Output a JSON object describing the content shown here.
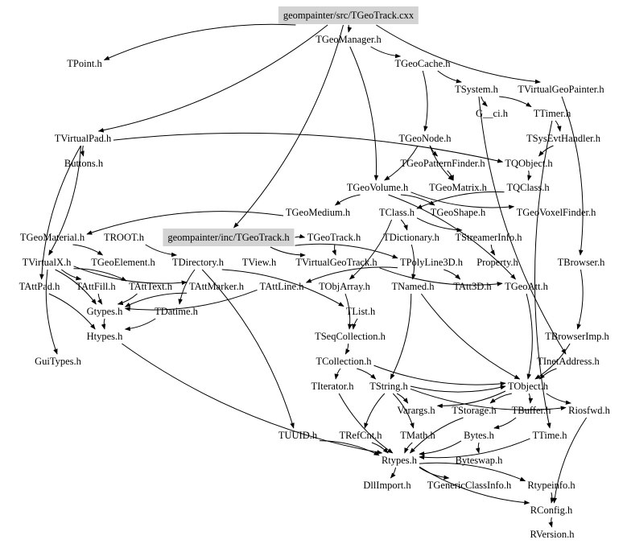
{
  "graph": {
    "title": "geompainter/src/TGeoTrack.cxx include dependency graph",
    "highlight_color": "#d3d3d3",
    "edge_color": "#000000",
    "nodes": [
      {
        "id": "src",
        "label": "geompainter/src/TGeoTrack.cxx",
        "highlight": true
      },
      {
        "id": "TGeoManager",
        "label": "TGeoManager.h"
      },
      {
        "id": "TPoint",
        "label": "TPoint.h"
      },
      {
        "id": "TGeoCache",
        "label": "TGeoCache.h"
      },
      {
        "id": "TSystem",
        "label": "TSystem.h"
      },
      {
        "id": "TVirtualGeoPainter",
        "label": "TVirtualGeoPainter.h"
      },
      {
        "id": "G__ci",
        "label": "G__ci.h"
      },
      {
        "id": "TTimer",
        "label": "TTimer.h"
      },
      {
        "id": "TVirtualPad",
        "label": "TVirtualPad.h"
      },
      {
        "id": "Buttons",
        "label": "Buttons.h"
      },
      {
        "id": "TGeoNode",
        "label": "TGeoNode.h"
      },
      {
        "id": "TSysEvtHandler",
        "label": "TSysEvtHandler.h"
      },
      {
        "id": "TGeoPatternFinder",
        "label": "TGeoPatternFinder.h"
      },
      {
        "id": "TQObject",
        "label": "TQObject.h"
      },
      {
        "id": "TGeoVolume",
        "label": "TGeoVolume.h"
      },
      {
        "id": "TGeoMatrix",
        "label": "TGeoMatrix.h"
      },
      {
        "id": "TQClass",
        "label": "TQClass.h"
      },
      {
        "id": "TGeoMedium",
        "label": "TGeoMedium.h"
      },
      {
        "id": "TClass",
        "label": "TClass.h"
      },
      {
        "id": "TGeoShape",
        "label": "TGeoShape.h"
      },
      {
        "id": "TGeoVoxelFinder",
        "label": "TGeoVoxelFinder.h"
      },
      {
        "id": "TGeoMaterial",
        "label": "TGeoMaterial.h"
      },
      {
        "id": "TROOT",
        "label": "TROOT.h"
      },
      {
        "id": "inc",
        "label": "geompainter/inc/TGeoTrack.h",
        "highlight": true
      },
      {
        "id": "TGeoTrack",
        "label": "TGeoTrack.h"
      },
      {
        "id": "TDictionary",
        "label": "TDictionary.h"
      },
      {
        "id": "TStreamerInfo",
        "label": "TStreamerInfo.h"
      },
      {
        "id": "TVirtualX",
        "label": "TVirtualX.h"
      },
      {
        "id": "TGeoElement",
        "label": "TGeoElement.h"
      },
      {
        "id": "TDirectory",
        "label": "TDirectory.h"
      },
      {
        "id": "TView",
        "label": "TView.h"
      },
      {
        "id": "TVirtualGeoTrack",
        "label": "TVirtualGeoTrack.h"
      },
      {
        "id": "TPolyLine3D",
        "label": "TPolyLine3D.h"
      },
      {
        "id": "Property",
        "label": "Property.h"
      },
      {
        "id": "TBrowser",
        "label": "TBrowser.h"
      },
      {
        "id": "TAttPad",
        "label": "TAttPad.h"
      },
      {
        "id": "TAttFill",
        "label": "TAttFill.h"
      },
      {
        "id": "TAttText",
        "label": "TAttText.h"
      },
      {
        "id": "TAttMarker",
        "label": "TAttMarker.h"
      },
      {
        "id": "TAttLine",
        "label": "TAttLine.h"
      },
      {
        "id": "TObjArray",
        "label": "TObjArray.h"
      },
      {
        "id": "TNamed",
        "label": "TNamed.h"
      },
      {
        "id": "TAtt3D",
        "label": "TAtt3D.h"
      },
      {
        "id": "TGeoAtt",
        "label": "TGeoAtt.h"
      },
      {
        "id": "Gtypes",
        "label": "Gtypes.h"
      },
      {
        "id": "TDatime",
        "label": "TDatime.h"
      },
      {
        "id": "TList",
        "label": "TList.h"
      },
      {
        "id": "Htypes",
        "label": "Htypes.h"
      },
      {
        "id": "TSeqCollection",
        "label": "TSeqCollection.h"
      },
      {
        "id": "TBrowserImp",
        "label": "TBrowserImp.h"
      },
      {
        "id": "GuiTypes",
        "label": "GuiTypes.h"
      },
      {
        "id": "TCollection",
        "label": "TCollection.h"
      },
      {
        "id": "TInetAddress",
        "label": "TInetAddress.h"
      },
      {
        "id": "TIterator",
        "label": "TIterator.h"
      },
      {
        "id": "TString",
        "label": "TString.h"
      },
      {
        "id": "TObject",
        "label": "TObject.h"
      },
      {
        "id": "Varargs",
        "label": "Varargs.h"
      },
      {
        "id": "TStorage",
        "label": "TStorage.h"
      },
      {
        "id": "TBuffer",
        "label": "TBuffer.h"
      },
      {
        "id": "Riosfwd",
        "label": "Riosfwd.h"
      },
      {
        "id": "TUUID",
        "label": "TUUID.h"
      },
      {
        "id": "TRefCnt",
        "label": "TRefCnt.h"
      },
      {
        "id": "TMath",
        "label": "TMath.h"
      },
      {
        "id": "Bytes",
        "label": "Bytes.h"
      },
      {
        "id": "TTime",
        "label": "TTime.h"
      },
      {
        "id": "Rtypes",
        "label": "Rtypes.h"
      },
      {
        "id": "Byteswap",
        "label": "Byteswap.h"
      },
      {
        "id": "DllImport",
        "label": "DllImport.h"
      },
      {
        "id": "TGenericClassInfo",
        "label": "TGenericClassInfo.h"
      },
      {
        "id": "Rtypeinfo",
        "label": "Rtypeinfo.h"
      },
      {
        "id": "RConfig",
        "label": "RConfig.h"
      },
      {
        "id": "RVersion",
        "label": "RVersion.h"
      }
    ],
    "edges": [
      [
        "src",
        "TGeoManager"
      ],
      [
        "src",
        "TPoint"
      ],
      [
        "src",
        "TVirtualPad"
      ],
      [
        "src",
        "TVirtualGeoPainter"
      ],
      [
        "src",
        "inc"
      ],
      [
        "TGeoManager",
        "TGeoCache"
      ],
      [
        "TGeoManager",
        "TGeoVolume"
      ],
      [
        "TGeoCache",
        "TSystem"
      ],
      [
        "TGeoCache",
        "TGeoNode"
      ],
      [
        "TSystem",
        "G__ci"
      ],
      [
        "TSystem",
        "TTimer"
      ],
      [
        "TSystem",
        "TInetAddress"
      ],
      [
        "TTimer",
        "TSysEvtHandler"
      ],
      [
        "TTimer",
        "TTime"
      ],
      [
        "TVirtualGeoPainter",
        "TBrowser"
      ],
      [
        "TVirtualPad",
        "Buttons"
      ],
      [
        "TVirtualPad",
        "TVirtualX"
      ],
      [
        "TVirtualPad",
        "TAttPad"
      ],
      [
        "TVirtualPad",
        "TQObject"
      ],
      [
        "TGeoNode",
        "TGeoPatternFinder"
      ],
      [
        "TGeoNode",
        "TGeoVolume"
      ],
      [
        "TGeoNode",
        "TGeoMatrix"
      ],
      [
        "TGeoPatternFinder",
        "TGeoMatrix"
      ],
      [
        "TSysEvtHandler",
        "TQObject"
      ],
      [
        "TQObject",
        "TQClass"
      ],
      [
        "TGeoVolume",
        "TGeoMedium"
      ],
      [
        "TGeoVolume",
        "TGeoShape"
      ],
      [
        "TGeoVolume",
        "TGeoVoxelFinder"
      ],
      [
        "TGeoVolume",
        "TGeoAtt"
      ],
      [
        "TGeoMedium",
        "TGeoMaterial"
      ],
      [
        "TGeoMaterial",
        "TGeoElement"
      ],
      [
        "TQClass",
        "TClass"
      ],
      [
        "TClass",
        "TDictionary"
      ],
      [
        "TClass",
        "TStreamerInfo"
      ],
      [
        "TClass",
        "TObjArray"
      ],
      [
        "TROOT",
        "TDirectory"
      ],
      [
        "inc",
        "TGeoTrack"
      ],
      [
        "inc",
        "TVirtualGeoTrack"
      ],
      [
        "inc",
        "TPolyLine3D"
      ],
      [
        "TGeoTrack",
        "TVirtualGeoTrack"
      ],
      [
        "TDictionary",
        "TNamed"
      ],
      [
        "TStreamerInfo",
        "Property"
      ],
      [
        "TDirectory",
        "TList"
      ],
      [
        "TDirectory",
        "TDatime"
      ],
      [
        "TDirectory",
        "TUUID"
      ],
      [
        "TVirtualGeoTrack",
        "TGeoAtt"
      ],
      [
        "TPolyLine3D",
        "TAtt3D"
      ],
      [
        "TPolyLine3D",
        "TAttLine"
      ],
      [
        "TBrowser",
        "TBrowserImp"
      ],
      [
        "TVirtualX",
        "GuiTypes"
      ],
      [
        "TVirtualX",
        "Gtypes"
      ],
      [
        "TVirtualX",
        "TAttFill"
      ],
      [
        "TVirtualX",
        "TAttText"
      ],
      [
        "TVirtualX",
        "TAttMarker"
      ],
      [
        "TAttPad",
        "Htypes"
      ],
      [
        "TAttFill",
        "Gtypes"
      ],
      [
        "TAttText",
        "Gtypes"
      ],
      [
        "TAttMarker",
        "Gtypes"
      ],
      [
        "TAttLine",
        "Gtypes"
      ],
      [
        "Gtypes",
        "Htypes"
      ],
      [
        "TDatime",
        "Htypes"
      ],
      [
        "Htypes",
        "Rtypes"
      ],
      [
        "TObjArray",
        "TSeqCollection"
      ],
      [
        "TList",
        "TSeqCollection"
      ],
      [
        "TSeqCollection",
        "TCollection"
      ],
      [
        "TCollection",
        "TIterator"
      ],
      [
        "TCollection",
        "TString"
      ],
      [
        "TCollection",
        "TObject"
      ],
      [
        "TNamed",
        "TString"
      ],
      [
        "TNamed",
        "TObject"
      ],
      [
        "TGeoAtt",
        "TObject"
      ],
      [
        "TInetAddress",
        "TObject"
      ],
      [
        "TBrowserImp",
        "TObject"
      ],
      [
        "TString",
        "TObject"
      ],
      [
        "TString",
        "Varargs"
      ],
      [
        "TString",
        "TRefCnt"
      ],
      [
        "TString",
        "TMath"
      ],
      [
        "TString",
        "Riosfwd"
      ],
      [
        "TObject",
        "Varargs"
      ],
      [
        "TObject",
        "TStorage"
      ],
      [
        "TObject",
        "TBuffer"
      ],
      [
        "TObject",
        "Riosfwd"
      ],
      [
        "TBuffer",
        "Bytes"
      ],
      [
        "Bytes",
        "Byteswap"
      ],
      [
        "Bytes",
        "Rtypes"
      ],
      [
        "TStorage",
        "Rtypes"
      ],
      [
        "TRefCnt",
        "Rtypes"
      ],
      [
        "TMath",
        "Rtypes"
      ],
      [
        "TUUID",
        "Rtypes"
      ],
      [
        "TIterator",
        "Rtypes"
      ],
      [
        "TTime",
        "Rtypes"
      ],
      [
        "Riosfwd",
        "RConfig"
      ],
      [
        "Rtypes",
        "DllImport"
      ],
      [
        "Rtypes",
        "TGenericClassInfo"
      ],
      [
        "Rtypes",
        "Rtypeinfo"
      ],
      [
        "Rtypes",
        "RConfig"
      ],
      [
        "Rtypeinfo",
        "RConfig"
      ],
      [
        "RConfig",
        "RVersion"
      ]
    ]
  }
}
